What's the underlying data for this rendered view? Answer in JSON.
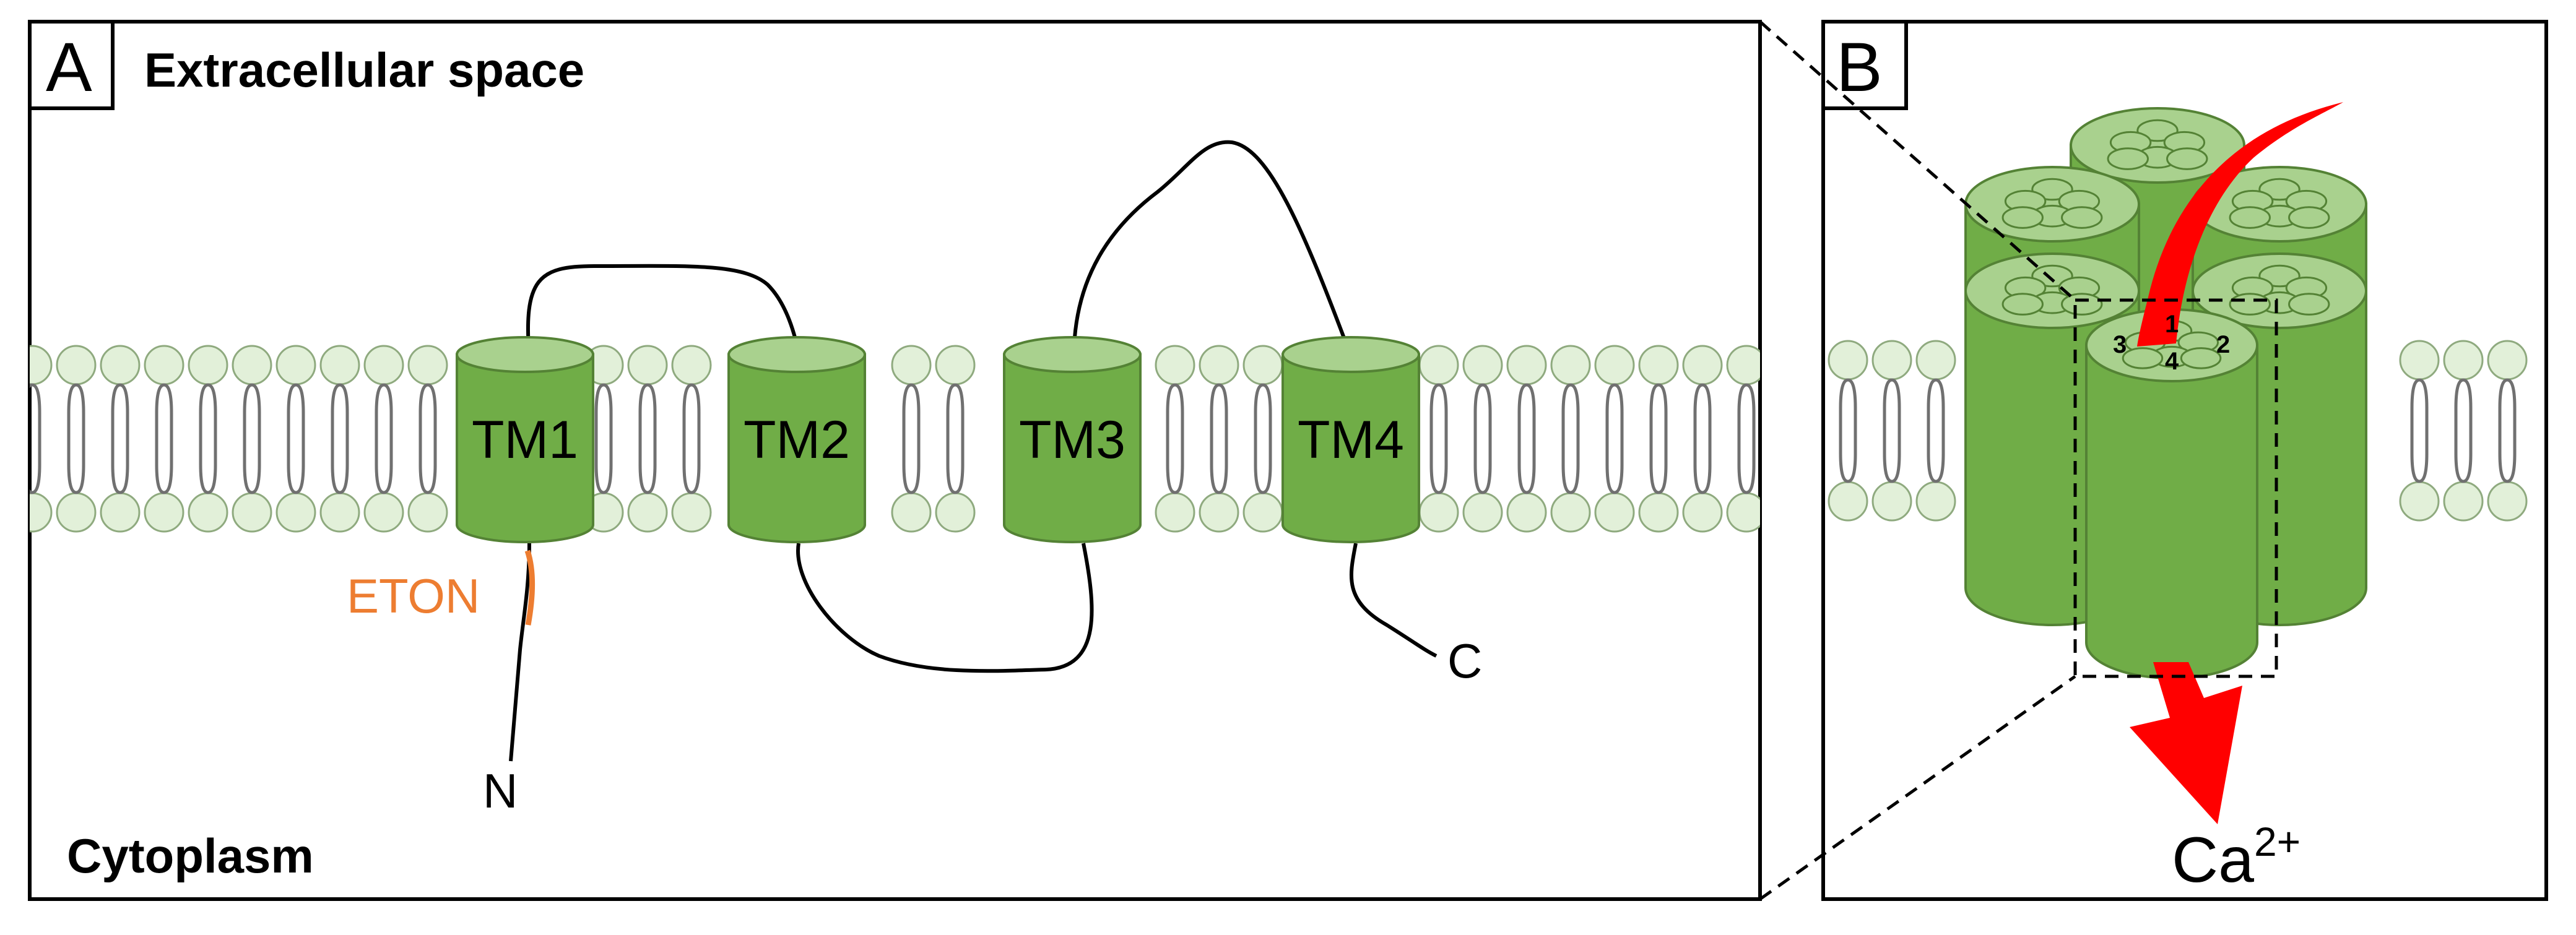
{
  "panel_a": {
    "letter": "A",
    "top_label": "Extracellular space",
    "bottom_label": "Cytoplasm",
    "helices": [
      "TM1",
      "TM2",
      "TM3",
      "TM4"
    ],
    "n_terminus": "N",
    "c_terminus": "C",
    "motif_label": "ETON"
  },
  "panel_b": {
    "letter": "B",
    "subunit_numbers": [
      "1",
      "2",
      "3",
      "4"
    ],
    "ion": "Ca",
    "ion_charge": "2+"
  },
  "colors": {
    "helix_body": "#70ad47",
    "helix_top": "#a9d18e",
    "helix_edge": "#548235",
    "lipid_head": "#e2f0d9",
    "lipid_head_edge": "#8faa7f",
    "lipid_tail": "#707070",
    "eton": "#ed7d31",
    "flux_arrow": "#ff0000"
  }
}
